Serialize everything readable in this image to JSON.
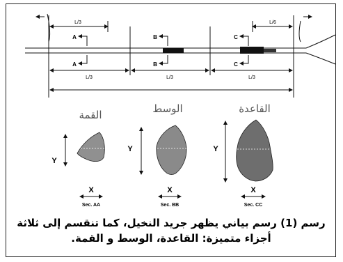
{
  "length_labels": {
    "top_left": "L/3",
    "top_right": "L/6",
    "bottom_left": "L/3",
    "bottom_middle": "L/3",
    "bottom_right": "L/3"
  },
  "cut_markers": {
    "a_top": "A",
    "a_bottom": "A",
    "b_top": "B",
    "b_bottom": "B",
    "c_top": "C",
    "c_bottom": "C"
  },
  "sections": {
    "top": {
      "title": "القمة",
      "x_label": "X",
      "y_label": "Y",
      "sec_label": "Sec. AA",
      "fill": "#909090"
    },
    "middle": {
      "title": "الوسط",
      "x_label": "X",
      "y_label": "Y",
      "sec_label": "Sec. BB",
      "fill": "#8a8a8a"
    },
    "base": {
      "title": "القاعدة",
      "x_label": "X",
      "y_label": "Y",
      "sec_label": "Sec. CC",
      "fill": "#6e6e6e"
    }
  },
  "caption": {
    "line1": "رسم (1) رسم بياني يظهر جريد النخيل، كما تنقسم إلى ثلاثة",
    "line2": "أجزاء متميزة: القاعدة، الوسط و القمة."
  }
}
